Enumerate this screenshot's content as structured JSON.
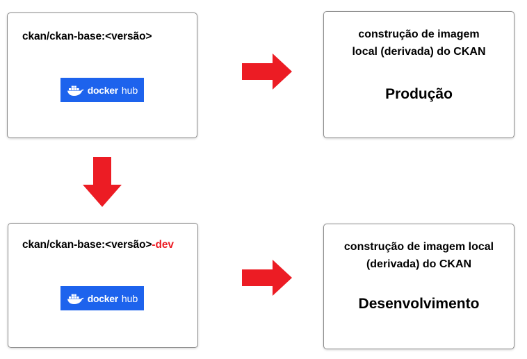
{
  "colors": {
    "arrow": "#ec1c24",
    "dev_suffix": "#ec1c24",
    "dockerhub_bg": "#1d63ed",
    "box_border": "#8c8c8c"
  },
  "top_left": {
    "image_tag": "ckan/ckan-base:<versão>",
    "logo": {
      "docker": "docker",
      "hub": "hub"
    }
  },
  "top_right": {
    "line1": "construção de imagem",
    "line2": "local (derivada) do CKAN",
    "environment": "Produção"
  },
  "bottom_left": {
    "image_tag": "ckan/ckan-base:<versão>",
    "dev_suffix": "-dev",
    "logo": {
      "docker": "docker",
      "hub": "hub"
    }
  },
  "bottom_right": {
    "line1": "construção de imagem local",
    "line2": "(derivada) do CKAN",
    "environment": "Desenvolvimento"
  }
}
